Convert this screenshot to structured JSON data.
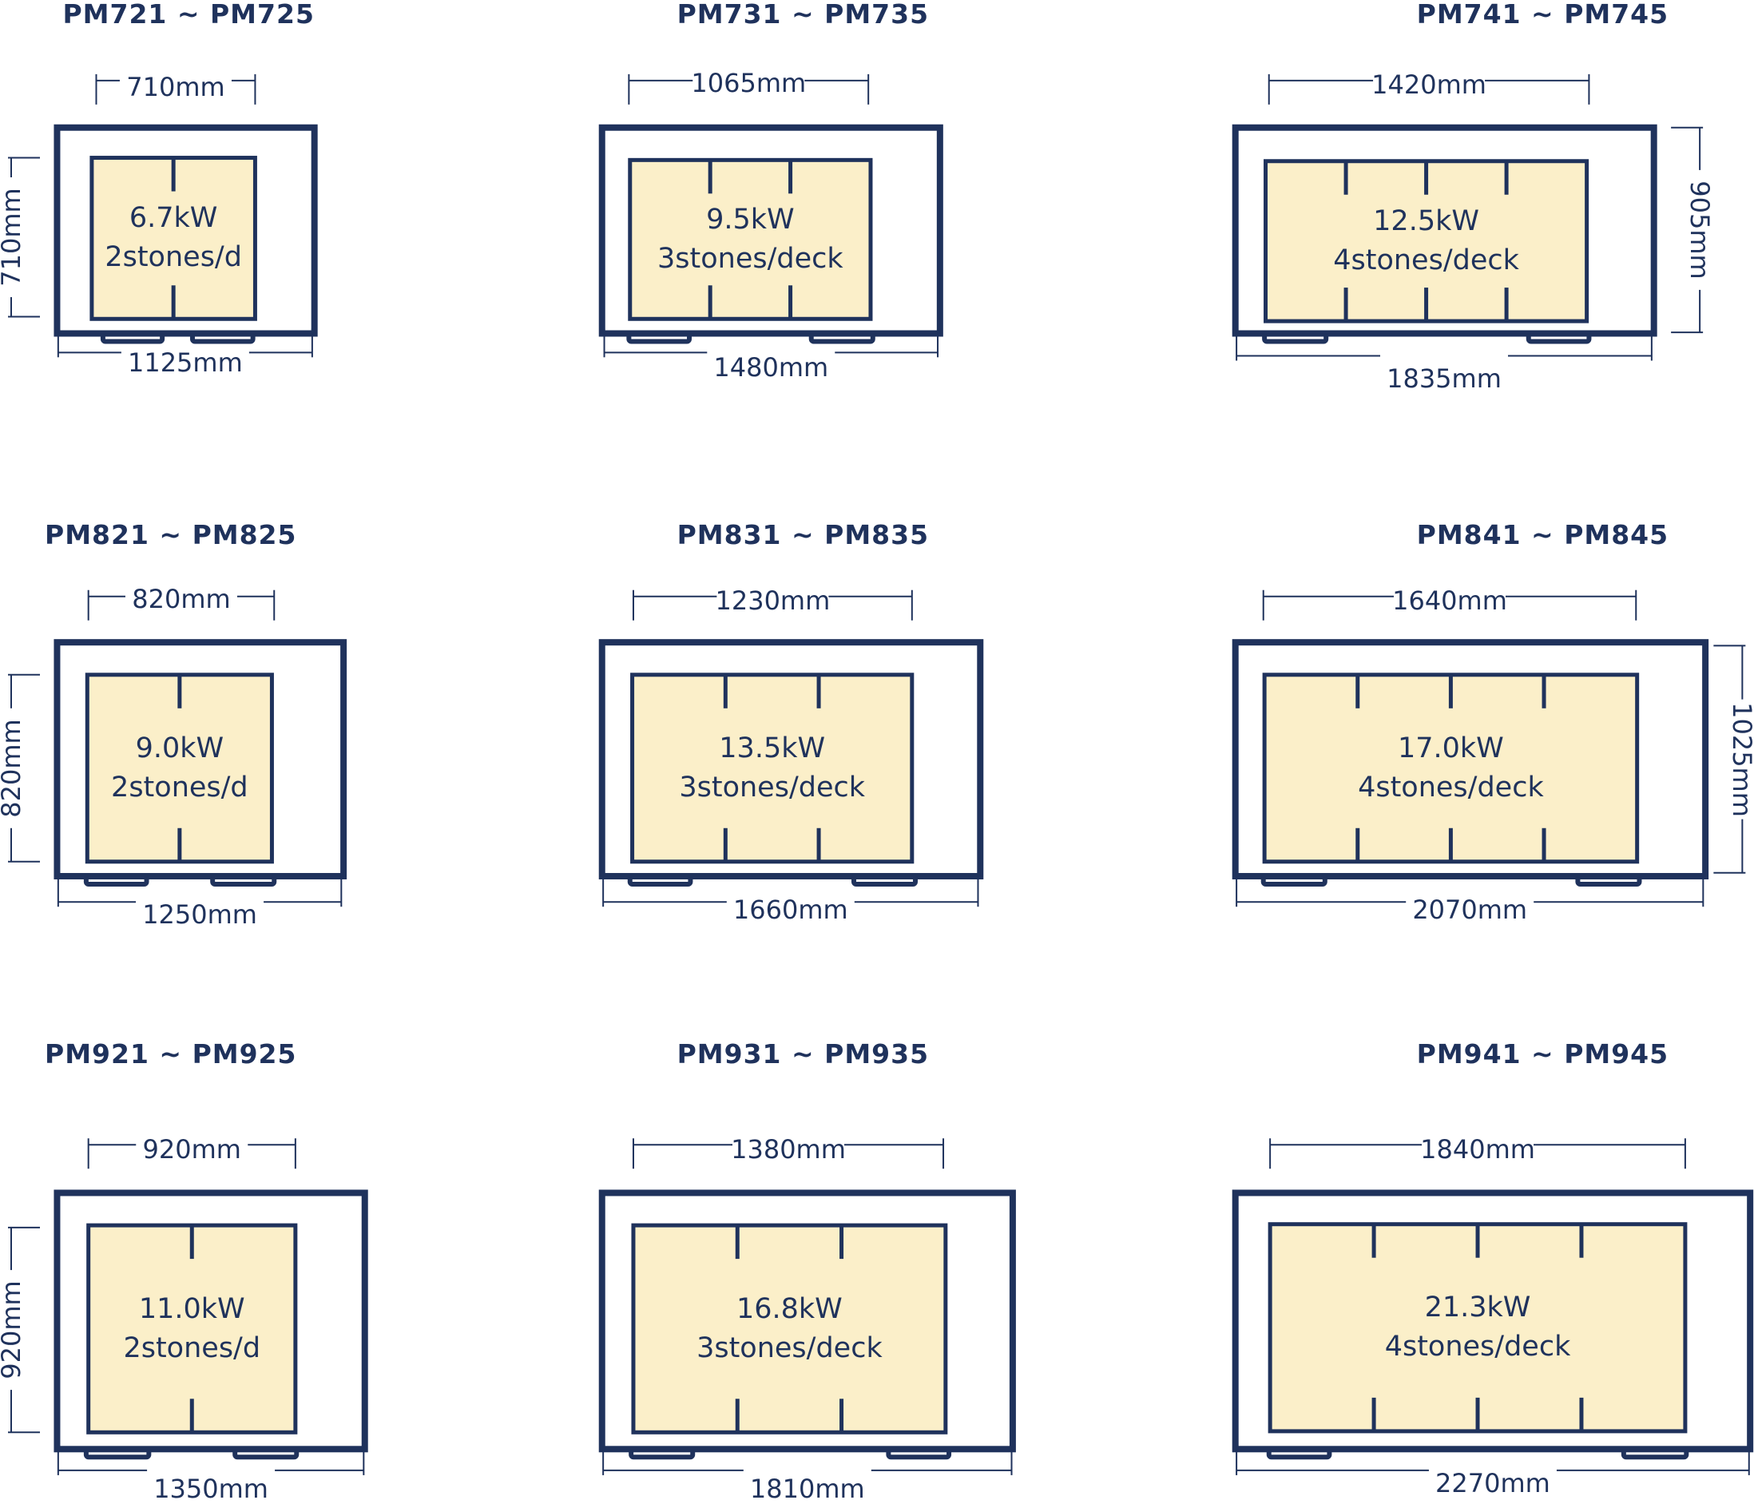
{
  "colors": {
    "frame": "#1f325c",
    "stone": "#fbefc9",
    "background": "#ffffff"
  },
  "models": [
    {
      "title": "PM721 ~ PM725",
      "inner_width": "710mm",
      "outer_width": "1125mm",
      "height": "710mm",
      "power": "6.7kW",
      "stones_label": "2stones/d",
      "stones": 2
    },
    {
      "title": "PM731 ~ PM735",
      "inner_width": "1065mm",
      "outer_width": "1480mm",
      "power": "9.5kW",
      "stones_label": "3stones/deck",
      "stones": 3
    },
    {
      "title": "PM741 ~ PM745",
      "inner_width": "1420mm",
      "outer_width": "1835mm",
      "height": "905mm",
      "power": "12.5kW",
      "stones_label": "4stones/deck",
      "stones": 4
    },
    {
      "title": "PM821 ~ PM825",
      "inner_width": "820mm",
      "outer_width": "1250mm",
      "height": "820mm",
      "power": "9.0kW",
      "stones_label": "2stones/d",
      "stones": 2
    },
    {
      "title": "PM831 ~ PM835",
      "inner_width": "1230mm",
      "outer_width": "1660mm",
      "power": "13.5kW",
      "stones_label": "3stones/deck",
      "stones": 3
    },
    {
      "title": "PM841 ~ PM845",
      "inner_width": "1640mm",
      "outer_width": "2070mm",
      "height": "1025mm",
      "power": "17.0kW",
      "stones_label": "4stones/deck",
      "stones": 4
    },
    {
      "title": "PM921 ~ PM925",
      "inner_width": "920mm",
      "outer_width": "1350mm",
      "height": "920mm",
      "power": "11.0kW",
      "stones_label": "2stones/d",
      "stones": 2
    },
    {
      "title": "PM931 ~ PM935",
      "inner_width": "1380mm",
      "outer_width": "1810mm",
      "power": "16.8kW",
      "stones_label": "3stones/deck",
      "stones": 3
    },
    {
      "title": "PM941 ~ PM945",
      "inner_width": "1840mm",
      "outer_width": "2270mm",
      "power": "21.3kW",
      "stones_label": "4stones/deck",
      "stones": 4
    }
  ]
}
